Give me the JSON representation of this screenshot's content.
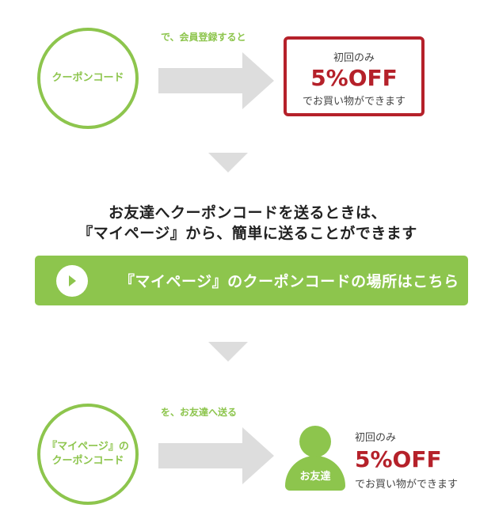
{
  "step1": {
    "circle_label": "クーポンコード",
    "arrow_caption": "で、会員登録すると",
    "offer": {
      "first_time": "初回のみ",
      "discount": "5%OFF",
      "note": "でお買い物ができます"
    }
  },
  "headline": {
    "line1": "お友達へクーポンコードを送るときは、",
    "line2": "『マイページ』から、簡単に送ることができます"
  },
  "cta": {
    "label": "『マイページ』のクーポンコードの場所はこちら"
  },
  "step2": {
    "circle_line1": "『マイページ』の",
    "circle_line2": "クーポンコード",
    "arrow_caption": "を、お友達へ送る",
    "friend_label": "お友達",
    "offer": {
      "first_time": "初回のみ",
      "discount": "5%OFF",
      "note": "でお買い物ができます"
    }
  },
  "colors": {
    "green": "#8dc54d",
    "red": "#b5212a",
    "gray_arrow": "#dddddd"
  },
  "icons": [
    "play-icon",
    "person-icon",
    "right-arrow-icon",
    "down-triangle-icon"
  ]
}
